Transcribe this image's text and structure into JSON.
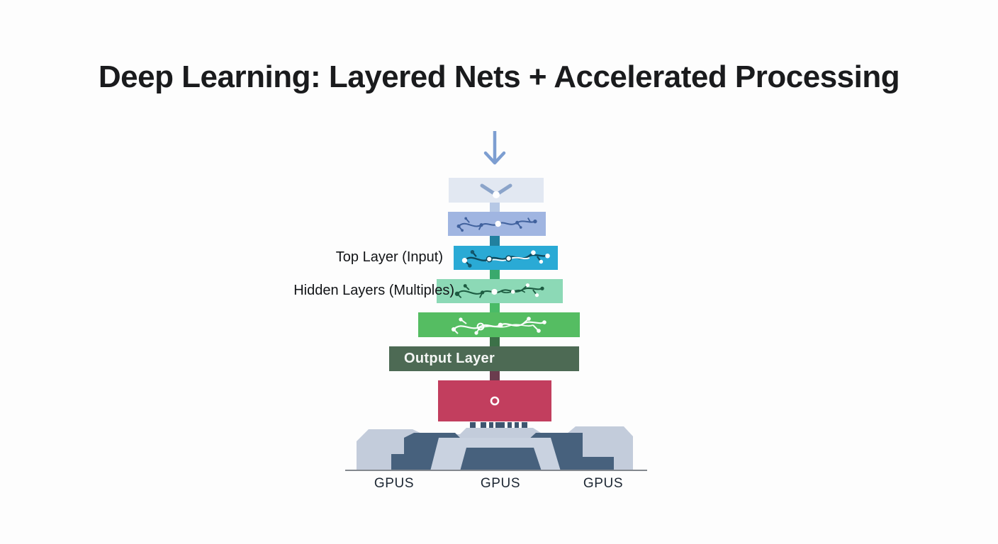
{
  "title": "Deep Learning: Layered Nets + Accelerated Processing",
  "labels": {
    "top_layer": "Top Layer (Input)",
    "hidden_layers": "Hidden Layers (Multiples)",
    "output_layer": "Output Layer"
  },
  "gpu_labels": [
    "GPUS",
    "GPUS",
    "GPUS"
  ],
  "icons": {
    "flow_arrow": "down-arrow-icon",
    "input_chevron": "chevron-down-node-icon",
    "net_patterns": "neural-network-pattern-icon",
    "red_node": "ring-node-icon",
    "chips": "gpu-chip-icon"
  },
  "colors": {
    "background": "#fdfdfd",
    "title_text": "#1a1b1d",
    "arrow": "#7d9ed1",
    "layer_input_pale": "#e2e8f2",
    "layer_periwinkle": "#a0b5e1",
    "layer_cyan": "#2aaad5",
    "layer_mint": "#8cd9b6",
    "layer_green": "#55bd62",
    "layer_output_dark_green": "#4d6a54",
    "layer_red": "#c23e5e",
    "stub_light_blue": "#b6c8e5",
    "stub_teal": "#21809f",
    "stub_green_light": "#3aa96d",
    "stub_green": "#4abb67",
    "stub_dark_green": "#3c7148",
    "stub_maroon": "#6b3c4e",
    "pin_dark": "#3e556f",
    "chip_light": "#c3ccdb",
    "chip_dark": "#47617d",
    "baseline_gray": "#83888e",
    "gpu_text": "#1d2733"
  }
}
